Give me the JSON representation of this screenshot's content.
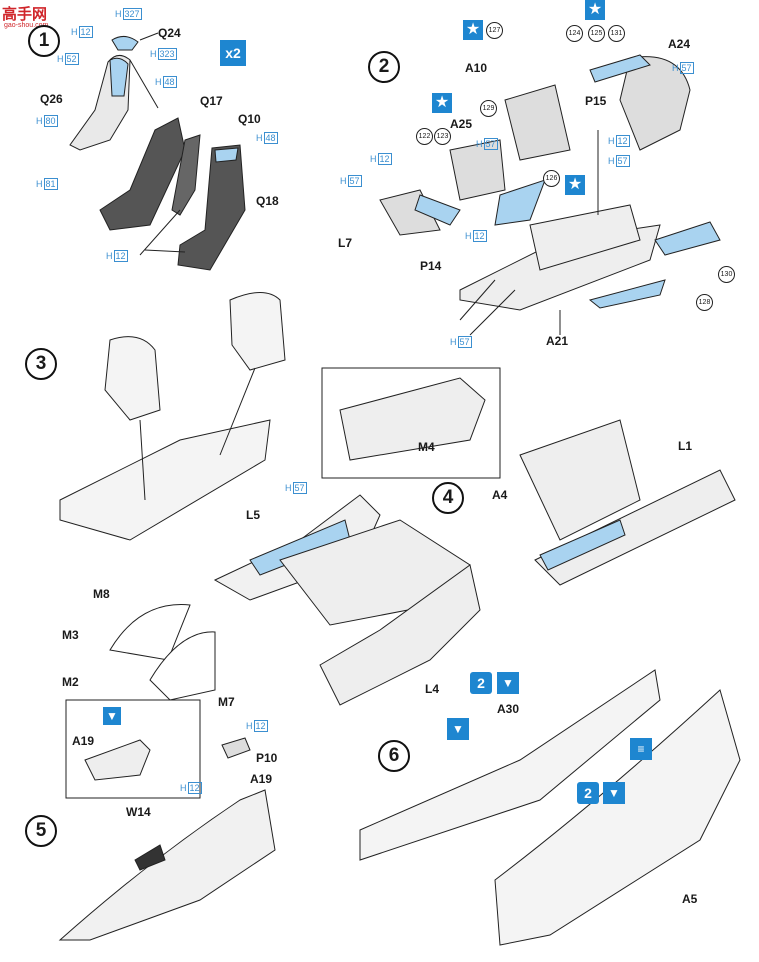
{
  "watermark": {
    "text": "高手网",
    "url": "gao-shou.com"
  },
  "multiplier": "x2",
  "steps": [
    "1",
    "2",
    "3",
    "4",
    "5",
    "6"
  ],
  "refs": {
    "h12": "H",
    "h12n": "12",
    "h327n": "327",
    "h323n": "323",
    "h52n": "52",
    "h48n": "48",
    "h80n": "80",
    "h81n": "81",
    "h57n": "57"
  },
  "labels": {
    "q24": "Q24",
    "q26": "Q26",
    "q17": "Q17",
    "q10": "Q10",
    "q18": "Q18",
    "a10": "A10",
    "a24": "A24",
    "a25": "A25",
    "p15": "P15",
    "l7": "L7",
    "p14": "P14",
    "a21": "A21",
    "m4": "M4",
    "l5": "L5",
    "l1": "L1",
    "a4": "A4",
    "m8": "M8",
    "m3": "M3",
    "m2": "M2",
    "m7": "M7",
    "l4": "L4",
    "a30": "A30",
    "a19": "A19",
    "p10": "P10",
    "a19b": "A19",
    "w14": "W14",
    "a5": "A5"
  },
  "decals": [
    "127",
    "124",
    "125",
    "131",
    "129",
    "122",
    "123",
    "126",
    "130",
    "128"
  ],
  "colors": {
    "accent": "#1e86d0",
    "light_blue": "#a9d3f0",
    "part_dark": "#555555",
    "part_light": "#e9e9e9"
  }
}
